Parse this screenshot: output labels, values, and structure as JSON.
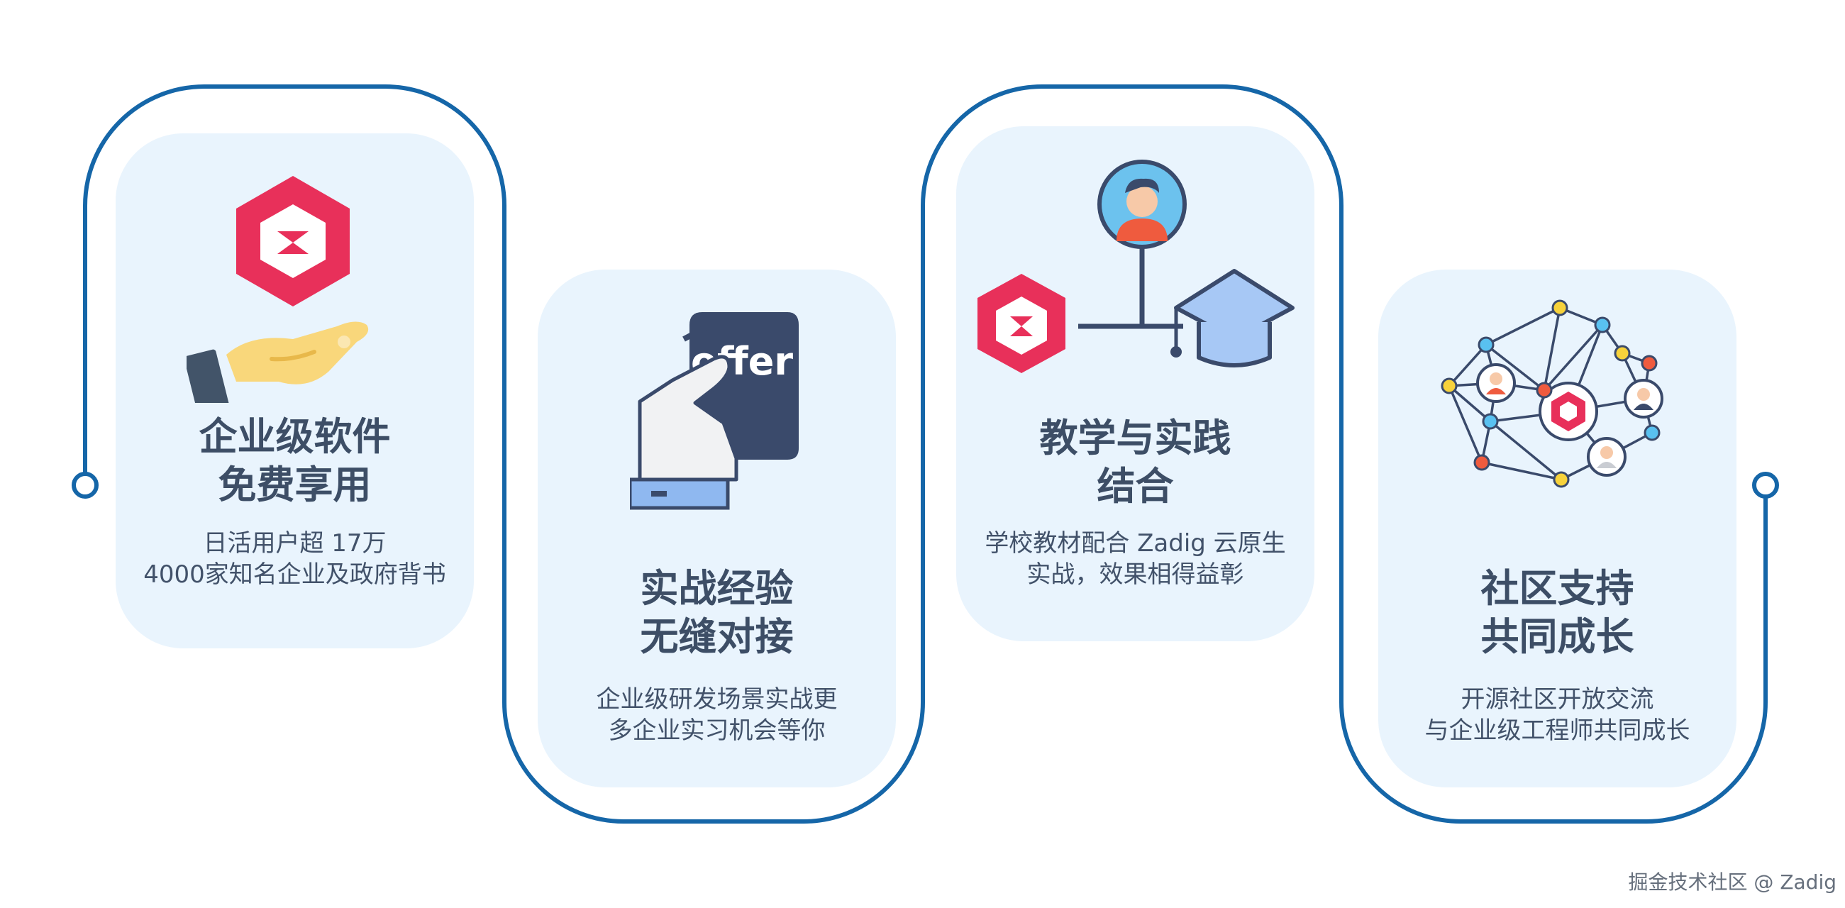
{
  "cards": [
    {
      "title": [
        "企业级软件",
        "免费享用"
      ],
      "desc": [
        "日活用户超 17万",
        "4000家知名企业及政府背书"
      ],
      "icon": "zadig-logo-on-hand-icon"
    },
    {
      "title": [
        "实战经验",
        "无缝对接"
      ],
      "desc": [
        "企业级研发场景实战更",
        "多企业实习机会等你"
      ],
      "icon": "offer-card-hand-icon",
      "icon_text": "offer"
    },
    {
      "title": [
        "教学与实践",
        "结合"
      ],
      "desc": [
        "学校教材配合 Zadig 云原生",
        "实战，效果相得益彰"
      ],
      "icon": "teacher-logo-graduation-cap-icon"
    },
    {
      "title": [
        "社区支持",
        "共同成长"
      ],
      "desc": [
        "开源社区开放交流",
        "与企业级工程师共同成长"
      ],
      "icon": "community-network-icon"
    }
  ],
  "watermark": "掘金技术社区 @ Zadig",
  "colors": {
    "line": "#1566a8",
    "card_bg": "#e9f4fd",
    "brand_red": "#e8305a",
    "navy": "#3a4a6b",
    "text": "#3f4f66"
  }
}
